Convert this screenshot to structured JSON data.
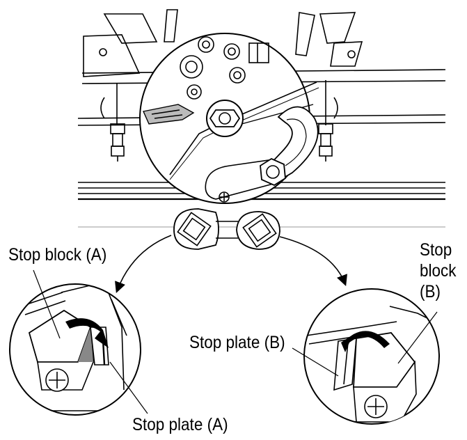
{
  "labels": {
    "stop_block_a": "Stop block (A)",
    "stop_plate_a": "Stop plate (A)",
    "stop_plate_b": "Stop plate (B)",
    "stop_block_b_line1": "Stop",
    "stop_block_b_line2": "block",
    "stop_block_b_line3": "(B)"
  },
  "colors": {
    "line": "#000000",
    "background": "#ffffff",
    "shade": "#888888"
  }
}
